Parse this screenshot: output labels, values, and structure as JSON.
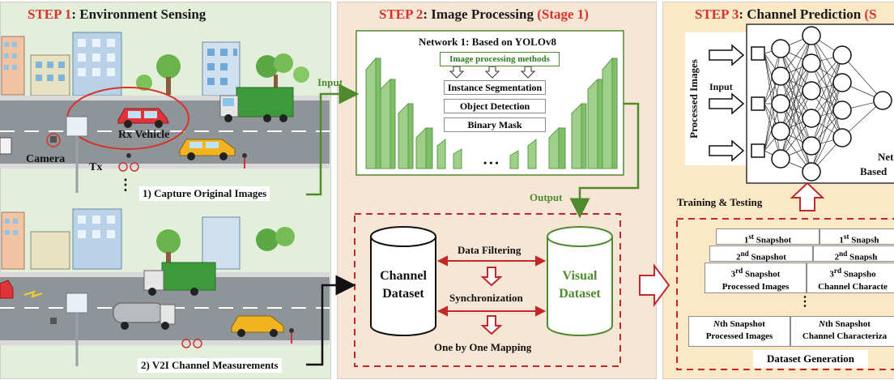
{
  "step1": {
    "title_step": "STEP 1",
    "title_rest": ": Environment Sensing",
    "labels": {
      "rx_vehicle": "Rx Vehicle",
      "camera": "Camera",
      "tx": "Tx",
      "dots": "⋮",
      "capture": "1) Capture Original Images",
      "measure": "2) V2I Channel Measurements"
    }
  },
  "step2": {
    "title_step": "STEP 2",
    "title_rest": ": Image Processing ",
    "title_stage": "(Stage 1)",
    "network_title": "Network 1: Based on YOLOv8",
    "methods_label": "Image processing methods",
    "methods": [
      "Instance Segmentation",
      "Object Detection",
      "Binary Mask"
    ],
    "ellipsis": "• • •",
    "input_label": "Input",
    "output_label": "Output",
    "channel_dataset": [
      "Channel",
      "Dataset"
    ],
    "visual_dataset": [
      "Visual",
      "Dataset"
    ],
    "data_filtering": "Data Filtering",
    "synchronization": "Synchronization",
    "mapping": "One by One Mapping"
  },
  "step3": {
    "title_step": "STEP 3",
    "title_rest": ": Channel Prediction  ",
    "title_stage": "(S",
    "processed_images": "Processed Images",
    "input_label": "Input",
    "network_line1": "Net",
    "network_line2": "Based",
    "training": "Training & Testing",
    "snapshots": {
      "row1_left_sup": "st",
      "row1_left": "1",
      "row1_left_rest": " Snapshot",
      "row1_right": "1",
      "row1_right_sup": "st",
      "row1_right_rest": " Snapsh",
      "row2_left": "2",
      "row2_left_sup": "nd",
      "row2_left_rest": " Snapshot",
      "row2_right": "2",
      "row2_right_sup": "nd",
      "row2_right_rest": " Snapsh",
      "row3_left_a": "3",
      "row3_left_sup": "rd",
      "row3_left_b": " Snapshot",
      "row3_left_c": "Processed Images",
      "row3_right_a": "3",
      "row3_right_sup": "rd",
      "row3_right_b": " Snapsho",
      "row3_right_c": "Channel Characte",
      "rowN_left_a": "N",
      "rowN_left_b": "th Snapshot",
      "rowN_left_c": "Processed Images",
      "rowN_right_a": "N",
      "rowN_right_b": "th Snapshot",
      "rowN_right_c": "Channel Characteriza",
      "vdots": "⋮"
    },
    "dataset_generation": "Dataset Generation"
  },
  "colors": {
    "green_arrow": "#4f8a2e",
    "red": "#d8332a",
    "dashed_red": "#c0282a",
    "unet_green": "#9ed08a"
  }
}
